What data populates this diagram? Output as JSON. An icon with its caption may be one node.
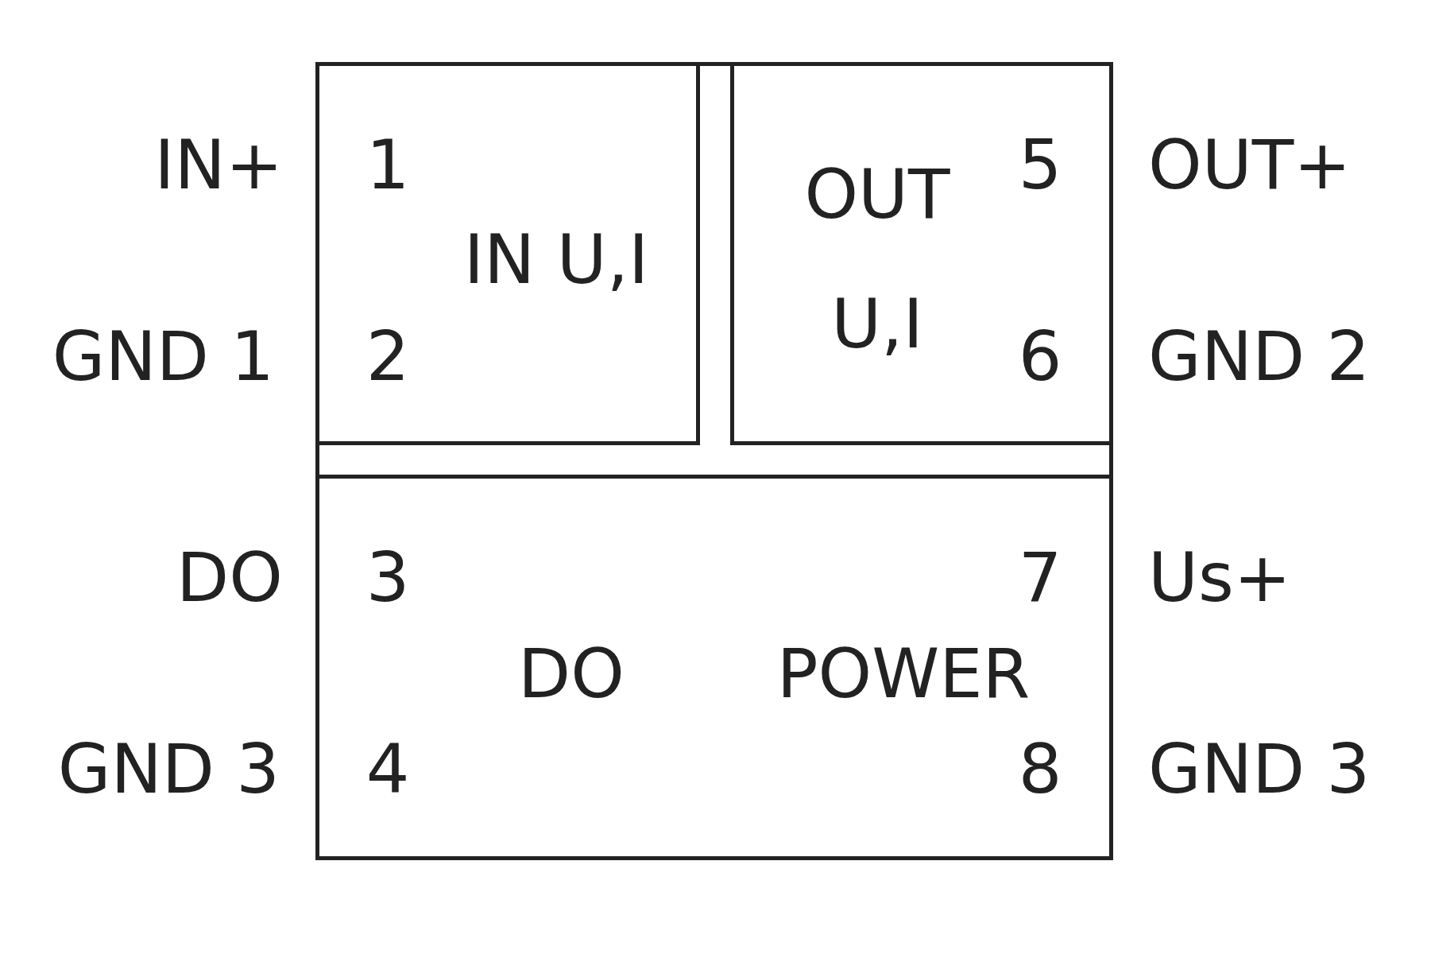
{
  "diagram": {
    "nodes": [
      {
        "text": [
          "1",
          "IN U,I",
          "2"
        ]
      },
      {
        "text": [
          "OUT U,I",
          "5",
          "6"
        ]
      },
      {
        "text": [
          "3",
          "4",
          "DO",
          "POWER",
          "7",
          "8"
        ]
      }
    ],
    "labels": [
      "IN+",
      "OUT+",
      "GND 1",
      "GND 2",
      "DO",
      "Us+",
      "GND 3",
      "GND 3"
    ]
  }
}
